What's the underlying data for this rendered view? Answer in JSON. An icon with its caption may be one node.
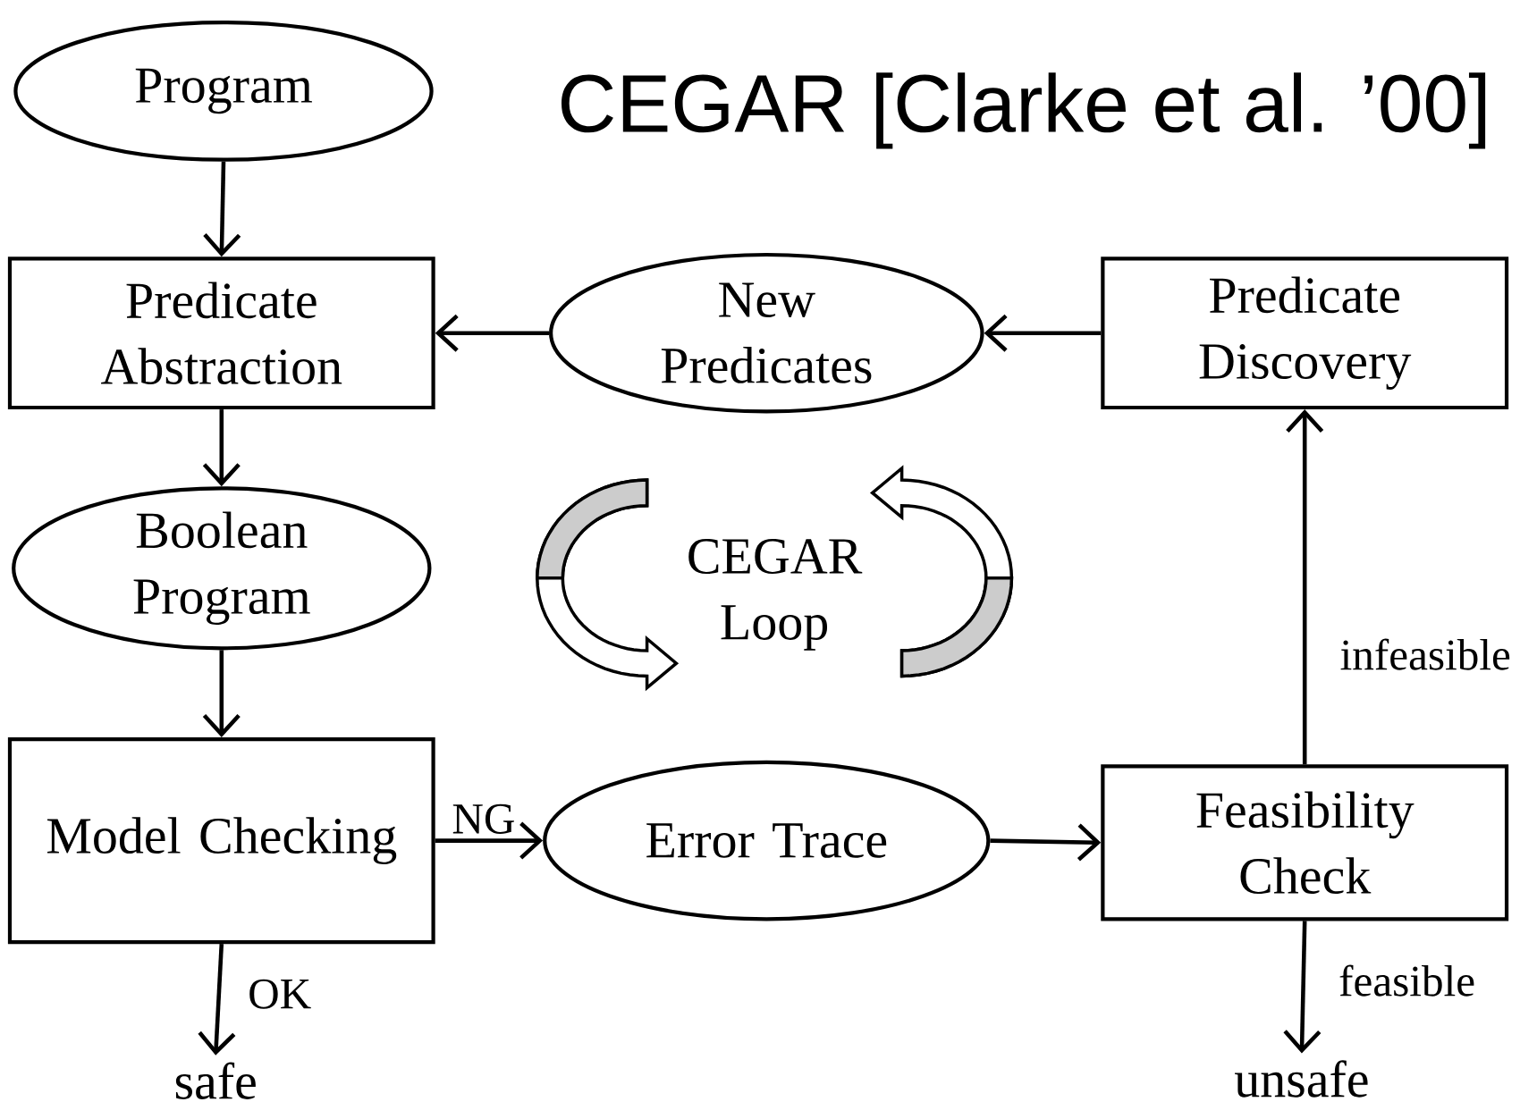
{
  "diagram": {
    "title": "CEGAR [Clarke et al. ’00]",
    "nodes": [
      {
        "text": [
          "Program"
        ]
      },
      {
        "text": [
          "Predicate Abstraction"
        ]
      },
      {
        "text": [
          "New Predicates"
        ]
      },
      {
        "text": [
          "Predicate Discovery"
        ]
      },
      {
        "text": [
          "Boolean Program"
        ]
      },
      {
        "text": [
          "Model Checking"
        ]
      },
      {
        "text": [
          "Error Trace"
        ]
      },
      {
        "text": [
          "Feasibility Check"
        ]
      },
      {
        "text": [
          "safe"
        ]
      },
      {
        "text": [
          "unsafe"
        ]
      }
    ],
    "edges": [
      {
        "from": 0,
        "to": 1,
        "arrow": "to"
      },
      {
        "from": 1,
        "to": 4,
        "arrow": "to"
      },
      {
        "from": 4,
        "to": 5,
        "arrow": "to"
      },
      {
        "from": 2,
        "to": 1,
        "arrow": "to"
      },
      {
        "from": 3,
        "to": 2,
        "arrow": "to"
      },
      {
        "from": 5,
        "to": 6,
        "arrow": "to",
        "label": "NG"
      },
      {
        "from": 6,
        "to": 7,
        "arrow": "to"
      },
      {
        "from": 7,
        "to": 3,
        "arrow": "to",
        "label": "infeasible"
      },
      {
        "from": 5,
        "to": 8,
        "arrow": "to",
        "label": "OK"
      },
      {
        "from": 7,
        "to": 9,
        "arrow": "to",
        "label": "feasible"
      }
    ],
    "labels": [
      "CEGAR Loop"
    ]
  }
}
